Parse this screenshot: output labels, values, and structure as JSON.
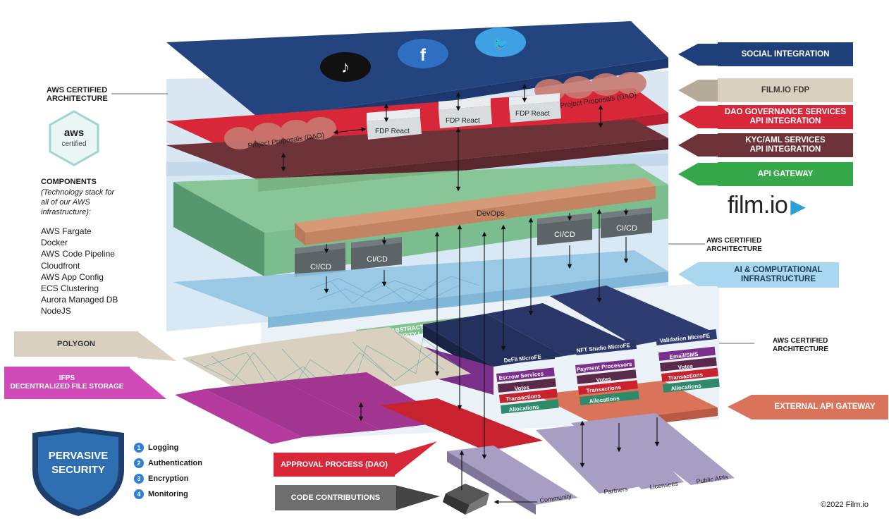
{
  "left": {
    "aws_arch_top": [
      "AWS CERTIFIED",
      "ARCHITECTURE"
    ],
    "aws_badge": [
      "aws",
      "certified"
    ],
    "components_title": "COMPONENTS",
    "components_subtitle": [
      "(Technology stack for",
      "all of our AWS",
      "infrastructure):"
    ],
    "components": [
      "AWS Fargate",
      "Docker",
      "AWS Code Pipeline",
      "Cloudfront",
      "AWS App Config",
      "ECS Clustering",
      "Aurora Managed DB",
      "NodeJS"
    ],
    "polygon": "POLYGON",
    "ifps": [
      "IFPS",
      "DECENTRALIZED FILE STORAGE"
    ]
  },
  "right_boxes": [
    {
      "label": [
        "SOCIAL INTEGRATION"
      ],
      "color": "#1f3f7a",
      "arrow": "#1f3f7a"
    },
    {
      "label": [
        "FILM.IO FDP"
      ],
      "color": "#d9d0bf",
      "arrow": "#b5ab98",
      "text_color": "#3a3a3a"
    },
    {
      "label": [
        "DAO GOVERNANCE SERVICES",
        "API INTEGRATION"
      ],
      "color": "#d9273a",
      "arrow": "#d9273a"
    },
    {
      "label": [
        "KYC/AML SERVICES",
        "API INTEGRATION"
      ],
      "color": "#6e3338",
      "arrow": "#6e3338"
    },
    {
      "label": [
        "API  GATEWAY"
      ],
      "color": "#35a84a",
      "arrow": "#35a84a"
    },
    {
      "label": [
        "AI & COMPUTATIONAL",
        "INFRASTRUCTURE"
      ],
      "color": "#a8d7ef",
      "arrow": "#a8d7ef",
      "text_color": "#1a3a5a"
    },
    {
      "label": [
        "EXTERNAL API GATEWAY"
      ],
      "color": "#d9735a",
      "arrow": "#d9735a"
    }
  ],
  "aws_arch_mid": [
    "AWS CERTIFIED",
    "ARCHITECTURE"
  ],
  "aws_arch_right": [
    "AWS CERTIFIED",
    "ARCHITECTURE"
  ],
  "brand": "film.io",
  "diagram": {
    "project_proposals_left": "Project Proposals (DAO)",
    "project_proposals_right": "Project Proposals (DAO)",
    "fdp_react": [
      "FDP React",
      "FDP React",
      "FDP React"
    ],
    "devops": "DevOps",
    "cicd": "CI/CD",
    "abstraction": [
      "ABSTRACTION API",
      "& SECURITY LAYER"
    ],
    "microfe": [
      "DeFli MicroFE",
      "NFT Studio MicroFE",
      "Validation MicroFE"
    ],
    "col1": [
      "Escrow Services",
      "Votes",
      "Transactions",
      "Allocations"
    ],
    "col2": [
      "Payment Processors",
      "Votes",
      "Transactions",
      "Allocations"
    ],
    "col3": [
      "Email/SMS",
      "Votes",
      "Transactions",
      "Allocations"
    ],
    "bottom_bars": [
      "Community",
      "Partners",
      "Licensees",
      "Public APIs"
    ]
  },
  "approval": "APPROVAL PROCESS (DAO)",
  "code": "CODE CONTRIBUTIONS",
  "security": {
    "shield": [
      "PERVASIVE",
      "SECURITY"
    ],
    "items": [
      {
        "n": "1",
        "label": "Logging"
      },
      {
        "n": "2",
        "label": "Authentication"
      },
      {
        "n": "3",
        "label": "Encryption"
      },
      {
        "n": "4",
        "label": "Monitoring"
      }
    ]
  },
  "copyright": "©2022 Film.io"
}
